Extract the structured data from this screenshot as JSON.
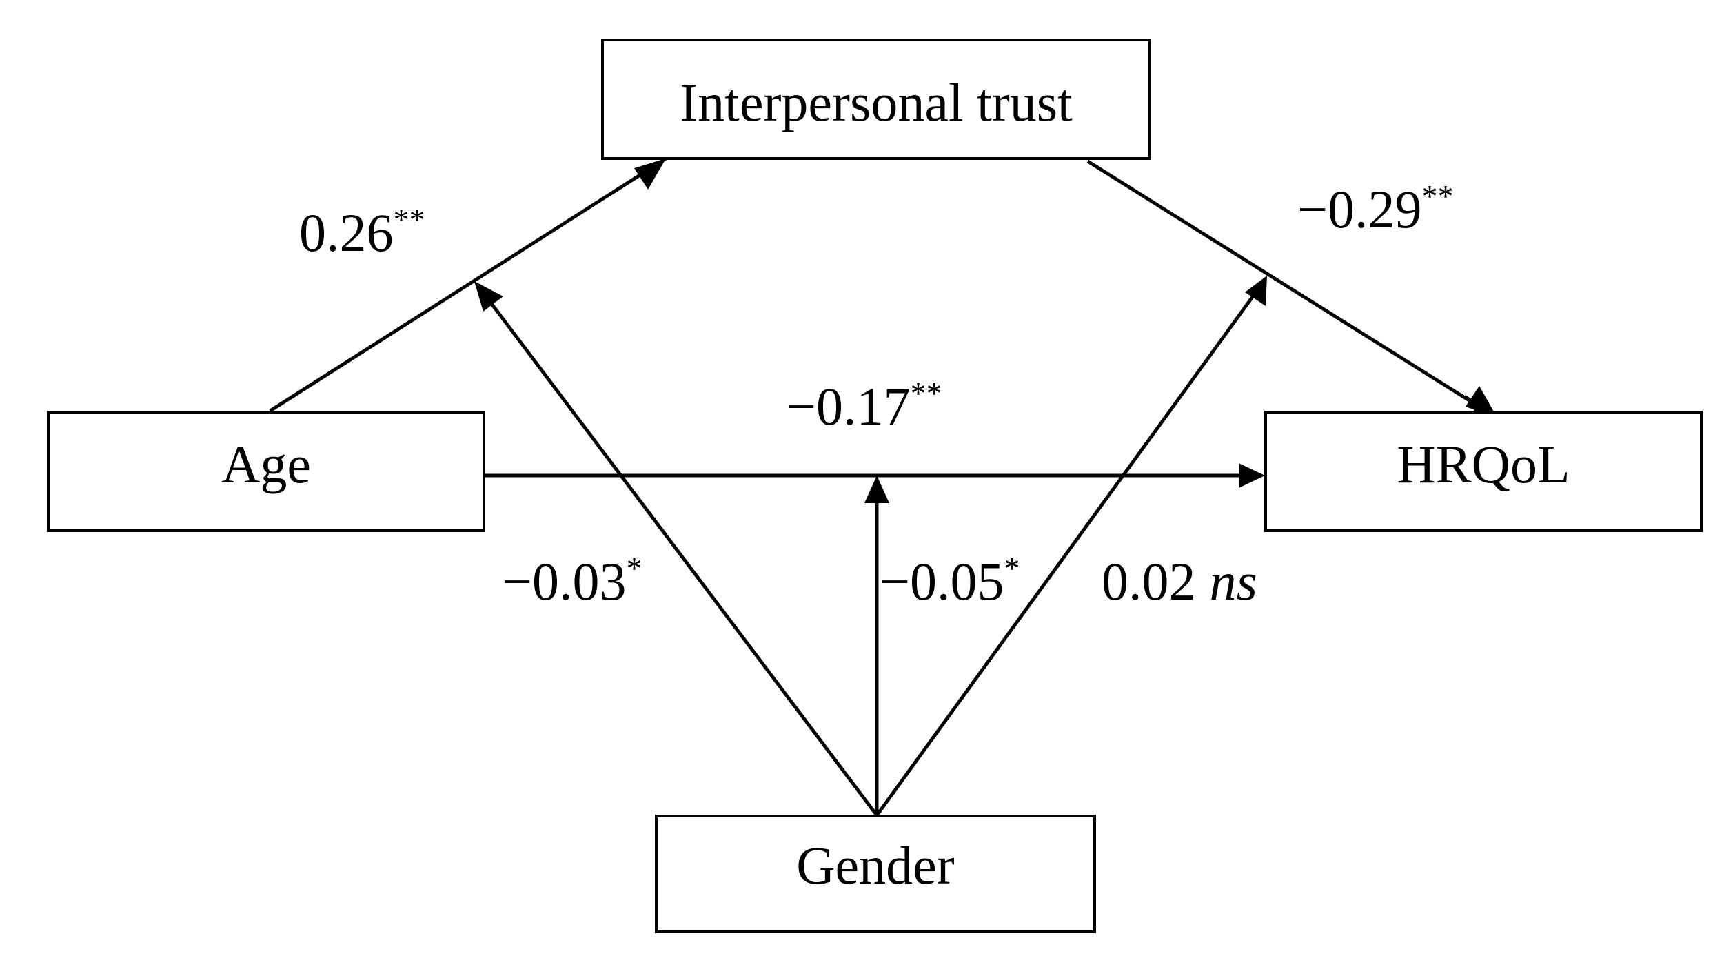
{
  "nodes": {
    "interpersonal_trust": "Interpersonal trust",
    "age": "Age",
    "hrqol": "HRQoL",
    "gender": "Gender"
  },
  "coefficients": {
    "age_to_trust": {
      "value": "0.26",
      "sig": "**"
    },
    "trust_to_hrqol": {
      "value": "−0.29",
      "sig": "**"
    },
    "age_to_hrqol": {
      "value": "−0.17",
      "sig": "**"
    },
    "gender_on_age_trust": {
      "value": "−0.03",
      "sig": "*"
    },
    "gender_on_age_hrqol": {
      "value": "−0.05",
      "sig": "*"
    },
    "gender_on_trust_hrqol": {
      "value": "0.02",
      "sig": "ns"
    }
  }
}
